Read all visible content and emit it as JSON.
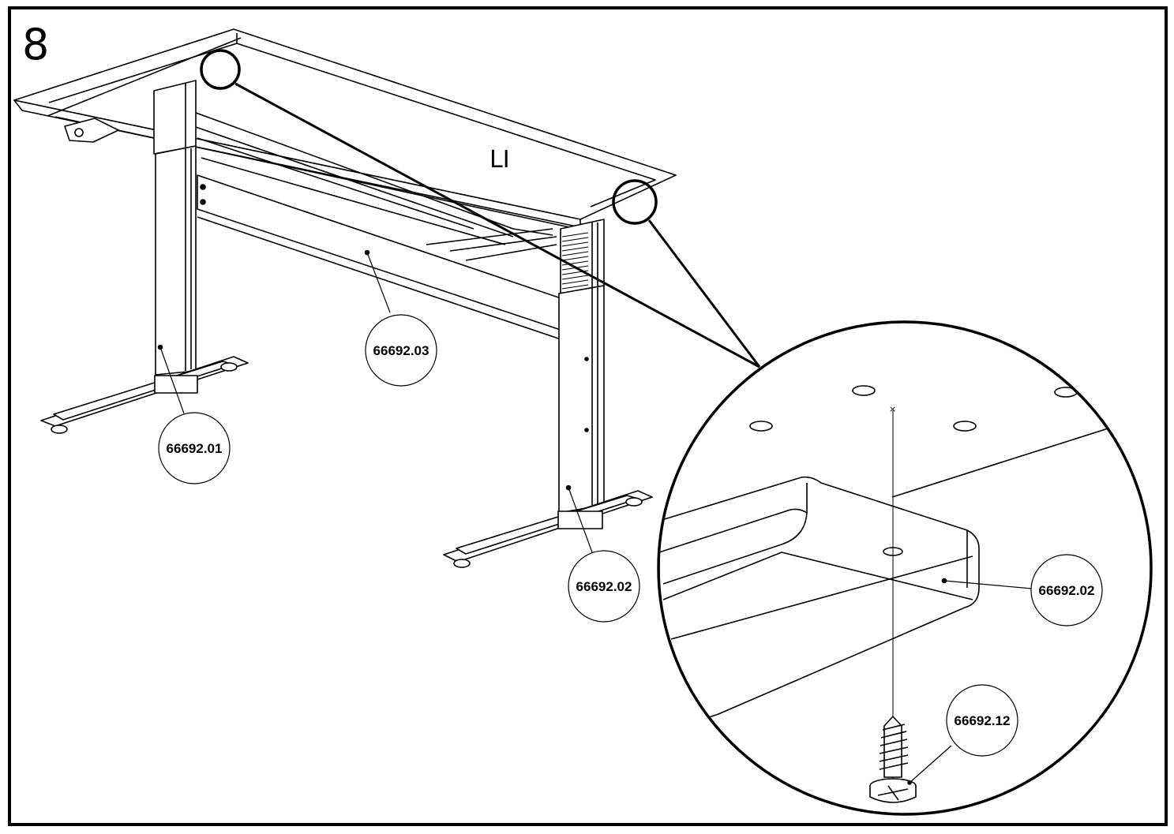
{
  "step": {
    "number": "8"
  },
  "side_label": "LI",
  "callouts": {
    "crossbar": "66692.03",
    "left_leg": "66692.01",
    "right_leg": "66692.02",
    "detail_bracket": "66692.02",
    "detail_screw": "66692.12"
  },
  "colors": {
    "line": "#000000",
    "background": "#ffffff"
  }
}
